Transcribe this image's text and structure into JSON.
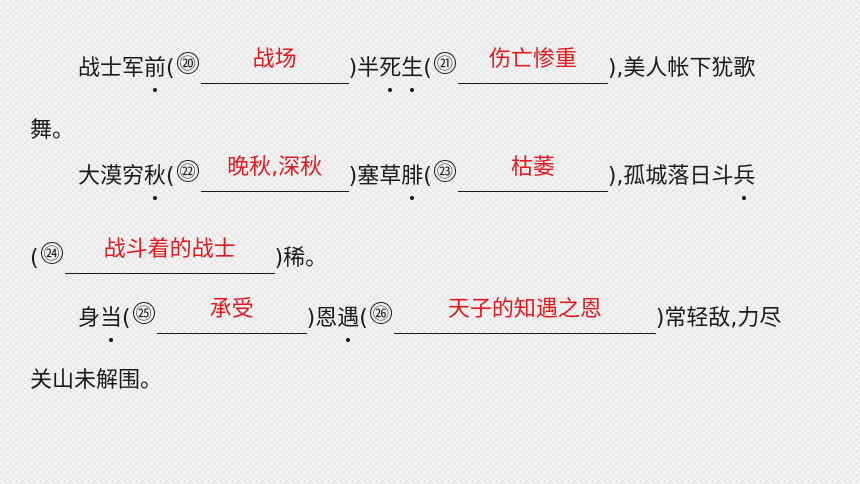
{
  "lines": [
    {
      "pre": "战士军",
      "dot1": "前",
      "open": "(",
      "n1": "⑳",
      "a1": "战场",
      "mid": ")半",
      "dot2a": "死",
      "dot2b": "生",
      "open2": "(",
      "n2": "㉑",
      "a2": "伤亡惨重",
      "post": "),美人帐下犹歌"
    },
    {
      "text": "舞。"
    },
    {
      "pre": "大漠穷",
      "dot1": "秋",
      "open": "(",
      "n1": "㉒",
      "a1": "晚秋,深秋",
      "mid": ")塞草",
      "dot2": "腓",
      "open2": "(",
      "n2": "㉓",
      "a2": "枯萎",
      "post": "),孤城落日斗",
      "dot3": "兵"
    },
    {
      "open": "(",
      "n1": "㉔",
      "a1": "战斗着的战士",
      "post": ")稀。"
    },
    {
      "pre": "身",
      "dot1": "当",
      "open": "(",
      "n1": "㉕",
      "a1": "承受",
      "mid": ")恩",
      "dot2": "遇",
      "open2": "(",
      "n2": "㉖",
      "a2": "天子的知遇之恩",
      "post": ")常轻敌,力尽"
    },
    {
      "text": "关山未解围。"
    }
  ]
}
